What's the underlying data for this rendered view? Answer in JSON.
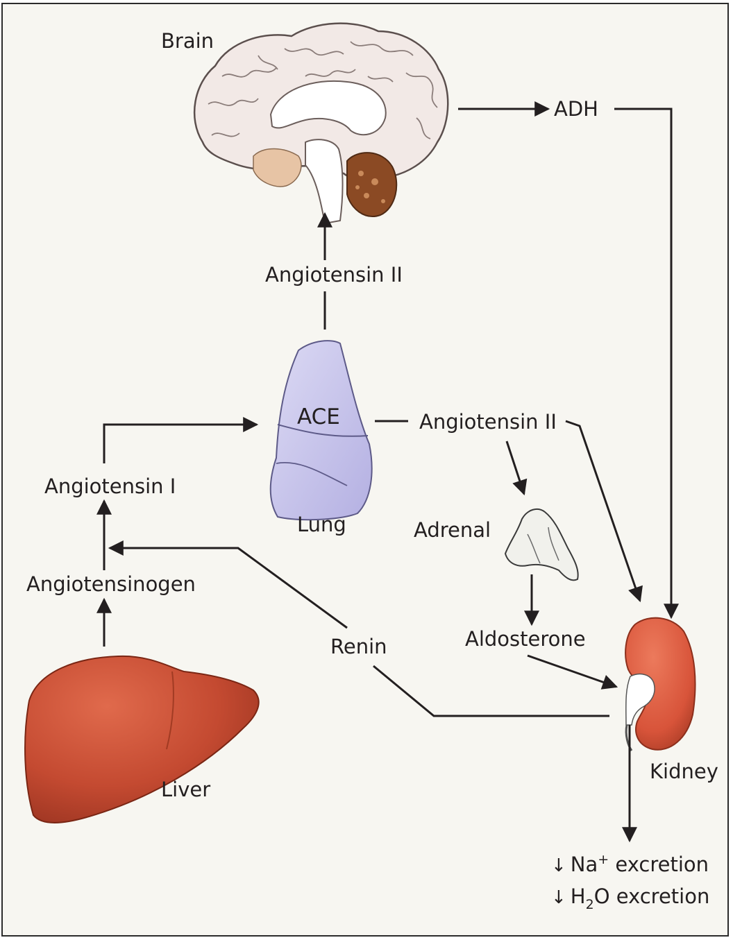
{
  "labels": {
    "brain": "Brain",
    "adh": "ADH",
    "angiotensin_ii_top": "Angiotensin II",
    "ace": "ACE",
    "angiotensin_ii_right": "Angiotensin II",
    "angiotensin_i": "Angiotensin I",
    "lung": "Lung",
    "adrenal": "Adrenal",
    "angiotensinogen": "Angiotensinogen",
    "renin": "Renin",
    "aldosterone": "Aldosterone",
    "liver": "Liver",
    "kidney": "Kidney"
  },
  "outputs": {
    "na": {
      "prefix": "Na",
      "superscript": "+",
      "suffix": " excretion"
    },
    "h2o": {
      "prefix": "H",
      "subscript": "2",
      "suffix": "O excretion"
    }
  },
  "colors": {
    "brain_fill": "#f2e9e6",
    "brainstem": "#e7c4a5",
    "cerebellum": "#8b4a24",
    "lung_fill": "#c9c6ec",
    "liver_fill": "#c44a31",
    "kidney_fill": "#d8543a",
    "adrenal_fill": "#f1f1ec",
    "arrow": "#231f20",
    "background": "#f7f6f1"
  }
}
